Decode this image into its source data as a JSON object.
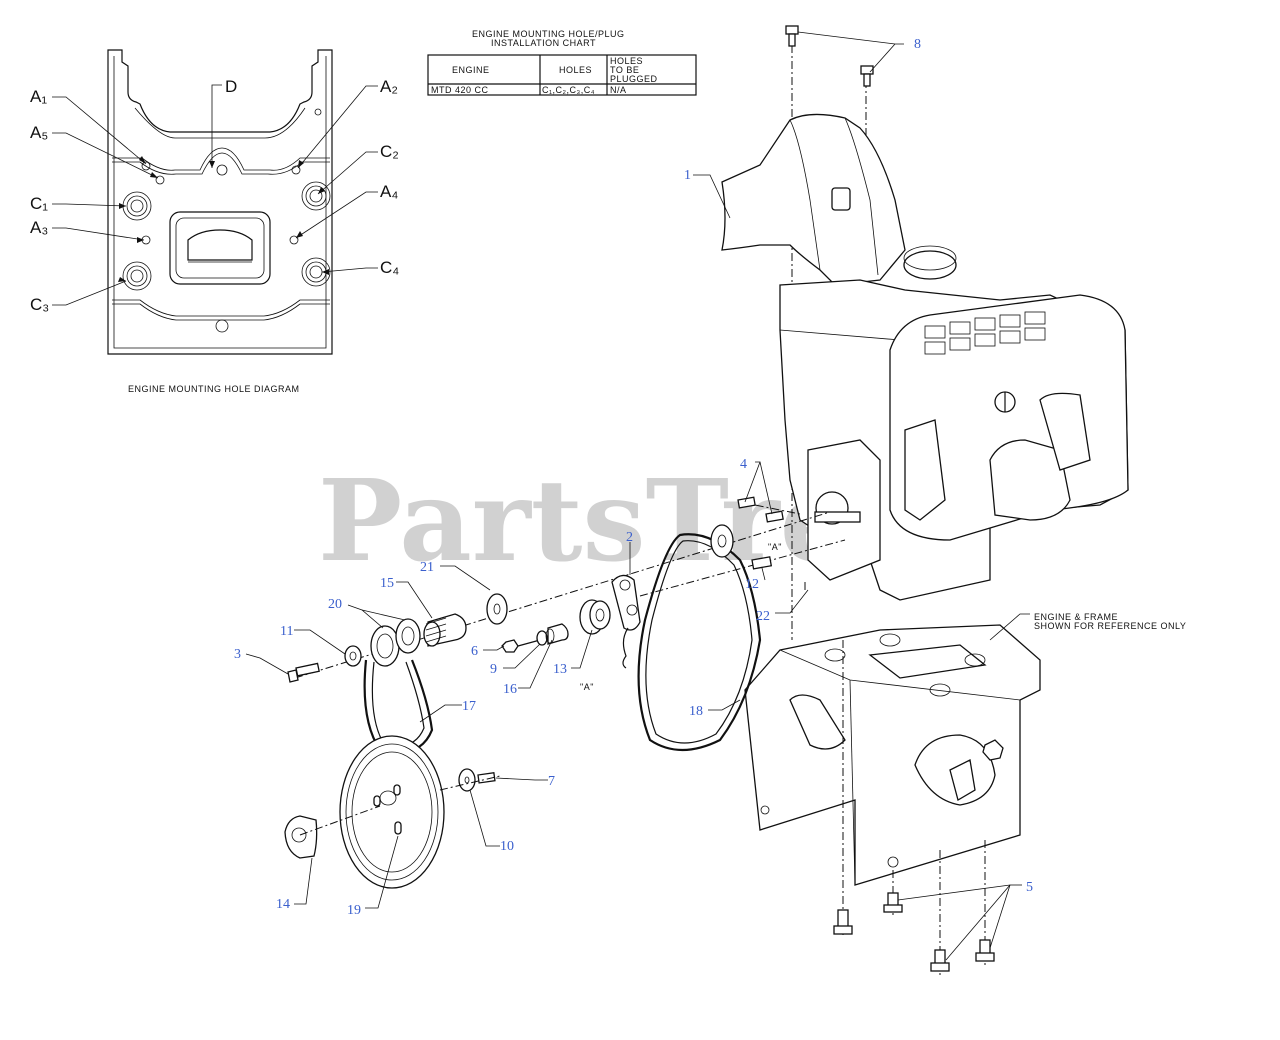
{
  "watermark": "PartsTree",
  "chart": {
    "title_line1": "ENGINE MOUNTING HOLE/PLUG",
    "title_line2": "INSTALLATION CHART",
    "col_engine": "ENGINE",
    "col_holes": "HOLES",
    "col_plug_1": "HOLES",
    "col_plug_2": "TO BE",
    "col_plug_3": "PLUGGED",
    "row_engine": "MTD 420 CC",
    "row_holes": "C₁,C₂,C₃,C₄",
    "row_plug": "N/A"
  },
  "hole_diagram": {
    "caption": "ENGINE MOUNTING HOLE DIAGRAM",
    "labels": {
      "A1": "A₁",
      "A5": "A₅",
      "C1": "C₁",
      "A3": "A₃",
      "C3": "C₃",
      "D": "D",
      "A2": "A₂",
      "C2": "C₂",
      "A4": "A₄",
      "C4": "C₄"
    }
  },
  "note_frame_1": "ENGINE & FRAME",
  "note_frame_2": "SHOWN FOR REFERENCE ONLY",
  "callout_A1": "\"A\"",
  "callout_A2": "\"A\"",
  "parts": [
    "1",
    "2",
    "3",
    "4",
    "5",
    "6",
    "7",
    "8",
    "9",
    "10",
    "11",
    "12",
    "13",
    "14",
    "15",
    "16",
    "17",
    "18",
    "19",
    "20",
    "21",
    "22"
  ]
}
